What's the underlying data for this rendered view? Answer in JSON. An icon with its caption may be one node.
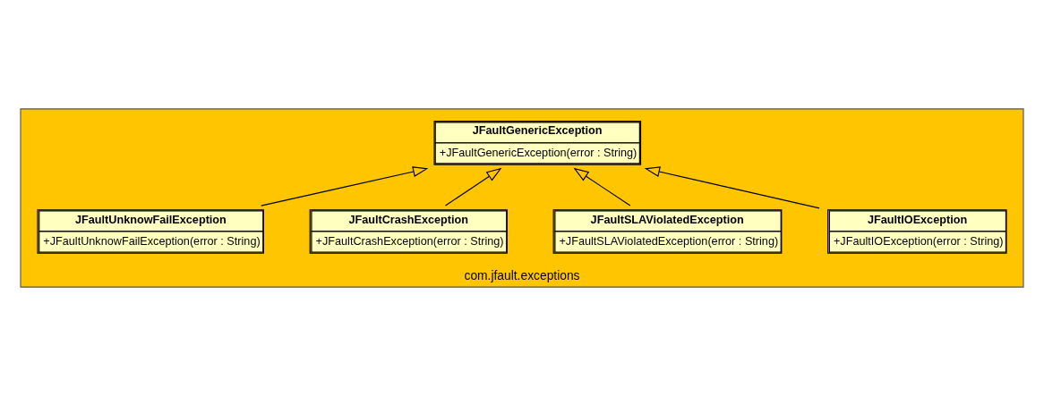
{
  "diagram": {
    "nodes": [
      {
        "text": [
          "com.jfault.exceptions"
        ]
      },
      {
        "text": [
          "JFaultGenericException",
          "+JFaultGenericException(error : String)"
        ],
        "in": 0
      },
      {
        "text": [
          "JFaultIOException",
          "+JFaultIOException(error : String)"
        ],
        "in": 0
      },
      {
        "text": [
          "JFaultSLAViolatedException",
          "+JFaultSLAViolatedException(error : String)"
        ],
        "in": 0
      },
      {
        "text": [
          "JFaultCrashException",
          "+JFaultCrashException(error : String)"
        ],
        "in": 0
      },
      {
        "text": [
          "JFaultUnknowFailException",
          "+JFaultUnknowFailException(error : String)"
        ],
        "in": 0
      }
    ],
    "edges": [
      {
        "from": 3,
        "to": 1,
        "arrow": "to"
      },
      {
        "from": 5,
        "to": 1,
        "arrow": "to"
      },
      {
        "from": 4,
        "to": 1,
        "arrow": "to"
      },
      {
        "from": 2,
        "to": 1,
        "arrow": "to"
      }
    ]
  }
}
